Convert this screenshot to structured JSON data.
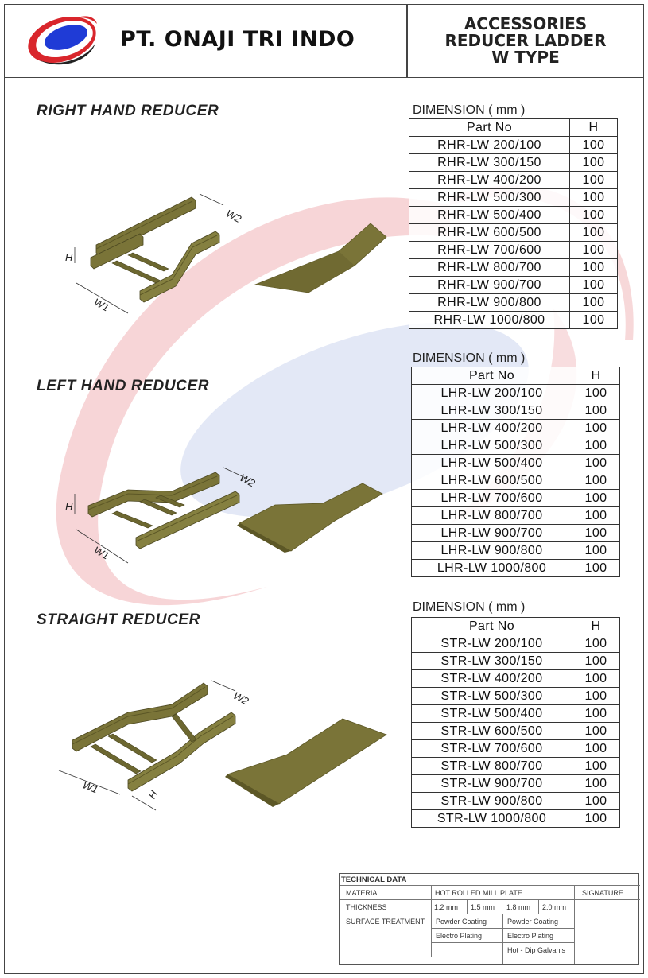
{
  "header": {
    "company": "PT. ONAJI TRI INDO",
    "title_lines": [
      "ACCESSORIES",
      "REDUCER LADDER",
      "W TYPE"
    ],
    "logo_colors": {
      "ring": "#d9262c",
      "disc": "#1f3bd6",
      "shadow": "#222222"
    }
  },
  "dimension_label": "DIMENSION ( mm )",
  "table_headers": {
    "part": "Part No",
    "h": "H"
  },
  "illustration_labels": {
    "h": "H",
    "w1": "W1",
    "w2": "W2"
  },
  "colors": {
    "tray": "#7a7438",
    "tray_dark": "#5c5726",
    "tray_light": "#9a9350"
  },
  "sections": [
    {
      "title": "RIGHT HAND REDUCER",
      "rows": [
        {
          "part": "RHR-LW 200/100",
          "h": "100"
        },
        {
          "part": "RHR-LW 300/150",
          "h": "100"
        },
        {
          "part": "RHR-LW 400/200",
          "h": "100"
        },
        {
          "part": "RHR-LW 500/300",
          "h": "100"
        },
        {
          "part": "RHR-LW 500/400",
          "h": "100"
        },
        {
          "part": "RHR-LW 600/500",
          "h": "100"
        },
        {
          "part": "RHR-LW 700/600",
          "h": "100"
        },
        {
          "part": "RHR-LW 800/700",
          "h": "100"
        },
        {
          "part": "RHR-LW 900/700",
          "h": "100"
        },
        {
          "part": "RHR-LW 900/800",
          "h": "100"
        },
        {
          "part": "RHR-LW 1000/800",
          "h": "100"
        }
      ]
    },
    {
      "title": "LEFT HAND REDUCER",
      "rows": [
        {
          "part": "LHR-LW 200/100",
          "h": "100"
        },
        {
          "part": "LHR-LW 300/150",
          "h": "100"
        },
        {
          "part": "LHR-LW 400/200",
          "h": "100"
        },
        {
          "part": "LHR-LW 500/300",
          "h": "100"
        },
        {
          "part": "LHR-LW 500/400",
          "h": "100"
        },
        {
          "part": "LHR-LW 600/500",
          "h": "100"
        },
        {
          "part": "LHR-LW 700/600",
          "h": "100"
        },
        {
          "part": "LHR-LW 800/700",
          "h": "100"
        },
        {
          "part": "LHR-LW 900/700",
          "h": "100"
        },
        {
          "part": "LHR-LW 900/800",
          "h": "100"
        },
        {
          "part": "LHR-LW 1000/800",
          "h": "100"
        }
      ]
    },
    {
      "title": "STRAIGHT REDUCER",
      "rows": [
        {
          "part": "STR-LW 200/100",
          "h": "100"
        },
        {
          "part": "STR-LW 300/150",
          "h": "100"
        },
        {
          "part": "STR-LW 400/200",
          "h": "100"
        },
        {
          "part": "STR-LW 500/300",
          "h": "100"
        },
        {
          "part": "STR-LW 500/400",
          "h": "100"
        },
        {
          "part": "STR-LW 600/500",
          "h": "100"
        },
        {
          "part": "STR-LW 700/600",
          "h": "100"
        },
        {
          "part": "STR-LW 800/700",
          "h": "100"
        },
        {
          "part": "STR-LW 900/700",
          "h": "100"
        },
        {
          "part": "STR-LW 900/800",
          "h": "100"
        },
        {
          "part": "STR-LW 1000/800",
          "h": "100"
        }
      ]
    }
  ],
  "technical_data": {
    "title": "TECHNICAL DATA",
    "material_label": "MATERIAL",
    "material_value": "HOT ROLLED MILL PLATE",
    "signature_label": "SIGNATURE",
    "thickness_label": "THICKNESS",
    "thickness_values": [
      "1.2 mm",
      "1.5 mm",
      "1.8 mm",
      "2.0 mm"
    ],
    "surface_label": "SURFACE TREATMENT",
    "surface_left": [
      "Powder Coating",
      "Electro Plating"
    ],
    "surface_right": [
      "Powder Coating",
      "Electro Plating",
      "Hot - Dip Galvanis"
    ]
  }
}
